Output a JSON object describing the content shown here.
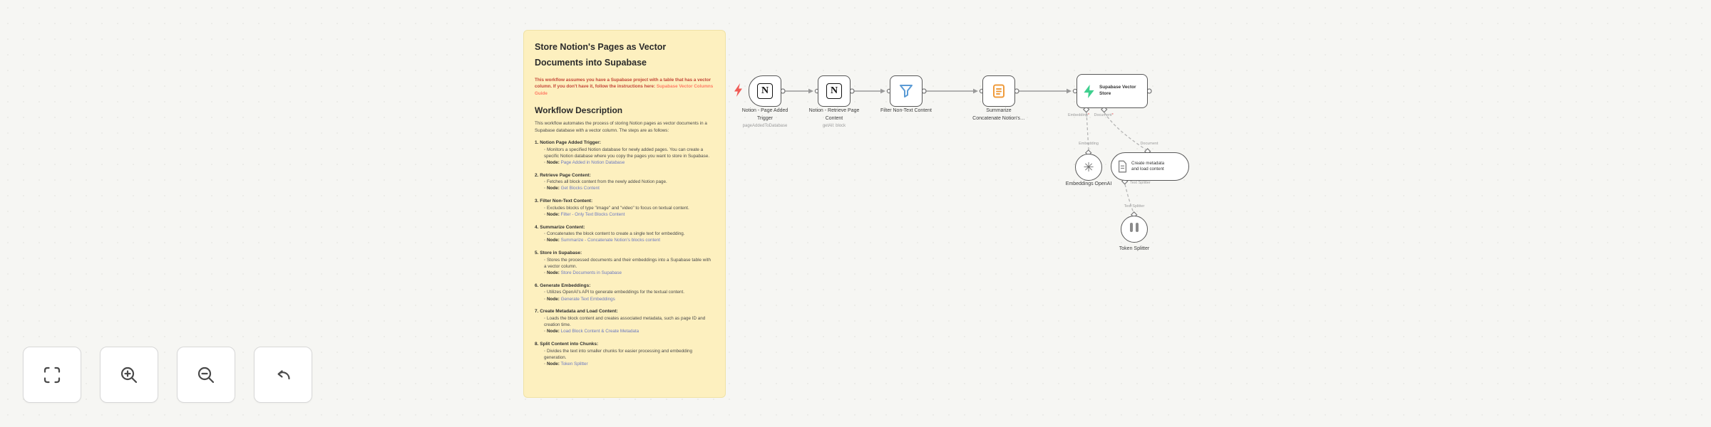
{
  "sticky": {
    "title": "Store Notion's Pages as Vector Documents into Supabase",
    "warning": "This workflow assumes you have a Supabase project with a table that has a vector column. If you don't have it, follow the instructions here: ",
    "warning_link": "Supabase Vector Columns Guide",
    "section_heading": "Workflow Description",
    "intro": "This workflow automates the process of storing Notion pages as vector documents in a Supabase database with a vector column. The steps are as follows:",
    "steps": [
      {
        "num": "1.",
        "title": "Notion Page Added Trigger:",
        "desc": "Monitors a specified Notion database for newly added pages. You can create a specific Notion database where you copy the pages you want to store in Supabase.",
        "node_label": "Node:",
        "node_name": "Page Added in Notion Database"
      },
      {
        "num": "2.",
        "title": "Retrieve Page Content:",
        "desc": "Fetches all block content from the newly added Notion page.",
        "node_label": "Node:",
        "node_name": "Get Blocks Content"
      },
      {
        "num": "3.",
        "title": "Filter Non-Text Content:",
        "desc": "Excludes blocks of type \"image\" and \"video\" to focus on textual content.",
        "node_label": "Node:",
        "node_name": "Filter - Only Text Blocks Content"
      },
      {
        "num": "4.",
        "title": "Summarize Content:",
        "desc": "Concatenates the block content to create a single text for embedding.",
        "node_label": "Node:",
        "node_name": "Summarize - Concatenate Notion's blocks content"
      },
      {
        "num": "5.",
        "title": "Store in Supabase:",
        "desc": "Stores the processed documents and their embeddings into a Supabase table with a vector column.",
        "node_label": "Node:",
        "node_name": "Store Documents in Supabase"
      },
      {
        "num": "6.",
        "title": "Generate Embeddings:",
        "desc": "Utilizes OpenAI's API to generate embeddings for the textual content.",
        "node_label": "Node:",
        "node_name": "Generate Text Embeddings"
      },
      {
        "num": "7.",
        "title": "Create Metadata and Load Content:",
        "desc": "Loads the block content and creates associated metadata, such as page ID and creation time.",
        "node_label": "Node:",
        "node_name": "Load Block Content & Create Metadata"
      },
      {
        "num": "8.",
        "title": "Split Content into Chunks:",
        "desc": "Divides the text into smaller chunks for easier processing and embedding generation.",
        "node_label": "Node:",
        "node_name": "Token Splitter"
      }
    ]
  },
  "canvas": {
    "icons": {
      "notion": "N",
      "openai": "✳"
    },
    "nodes": {
      "trigger": {
        "label": "Notion - Page Added\nTrigger",
        "subtitle": "pageAddedToDatabase"
      },
      "retrieve": {
        "label": "Notion - Retrieve Page\nContent",
        "subtitle": "getAll: block"
      },
      "filter": {
        "label": "Filter Non-Text Content"
      },
      "summarize": {
        "label": "Summarize\nConcatenate Notion's…"
      },
      "vector_store": {
        "title": "Supabase Vector\nStore",
        "embedding_port": "Embedding",
        "document_port": "Document",
        "required_marker": "*"
      },
      "embeddings": {
        "label": "Embeddings OpenAI",
        "port_label": "Embedding"
      },
      "loader": {
        "label": "Create metadata\nand load content",
        "port_label": "Document",
        "bottom_port_label": "Text Splitter"
      },
      "splitter": {
        "label": "Token Splitter",
        "port_label": "Text Splitter"
      }
    }
  },
  "colors": {
    "sticky_bg": "#fdf0bf",
    "warning_red": "#c44536",
    "link_orange": "#ff7a63",
    "node_ref_violet": "#6a78c2",
    "supabase_green": "#3ecf8e",
    "filter_blue": "#5b9bd5",
    "summarize_orange": "#ef9b3c",
    "trigger_bolt_red": "#f05b56"
  }
}
